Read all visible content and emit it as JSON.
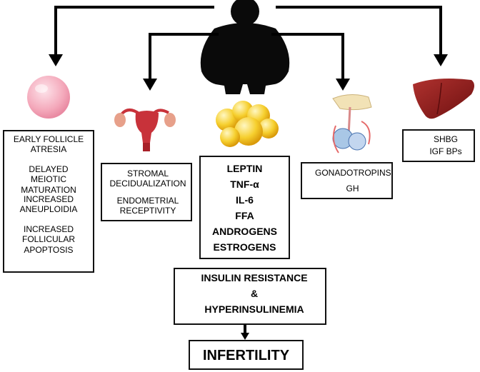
{
  "ovary_effects": [
    "EARLY FOLLICLE ATRESIA",
    "DELAYED MEIOTIC MATURATION",
    "INCREASED ANEUPLOIDIA",
    "INCREASED FOLLICULAR APOPTOSIS"
  ],
  "uterus_effects": [
    "STROMAL DECIDUALIZATION",
    "ENDOMETRIAL RECEPTIVITY"
  ],
  "adipose_increase": [
    "LEPTIN",
    "TNF-α",
    "IL-6",
    "FFA",
    "ANDROGENS",
    "ESTROGENS"
  ],
  "pituitary_decrease": [
    "GONADOTROPINS",
    "GH"
  ],
  "liver_decrease": [
    "SHBG",
    "IGF BPs"
  ],
  "insulin": {
    "line1": "INSULIN RESISTANCE",
    "line2": "&",
    "line3": "HYPERINSULINEMIA"
  },
  "outcome": "INFERTILITY",
  "colors": {
    "ovum": "#f4a9bb",
    "uterus": "#c8323a",
    "fat": "#f2c21b",
    "liver": "#8e1b1b",
    "silhouette": "#0a0a0a"
  }
}
